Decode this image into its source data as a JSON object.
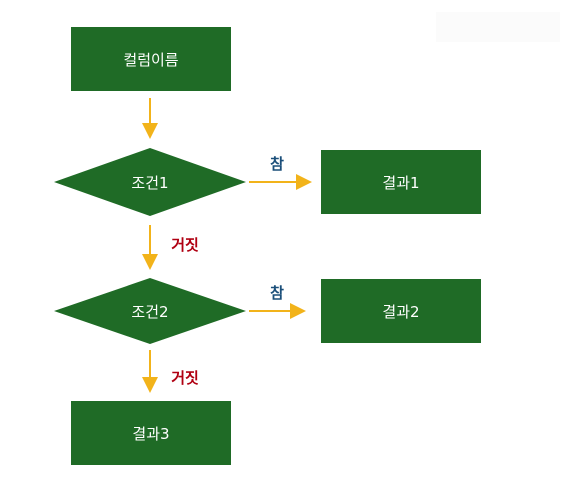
{
  "colors": {
    "node_fill": "#1f6b26",
    "arrow": "#f2b31a",
    "true_label": "#1b4f7a",
    "false_label": "#b00012",
    "background": "#ffffff"
  },
  "nodes": {
    "start": "컬럼이름",
    "condition1": "조건1",
    "condition2": "조건2",
    "result1": "결과1",
    "result2": "결과2",
    "result3": "결과3"
  },
  "edges": {
    "true_label": "참",
    "false_label": "거짓"
  }
}
